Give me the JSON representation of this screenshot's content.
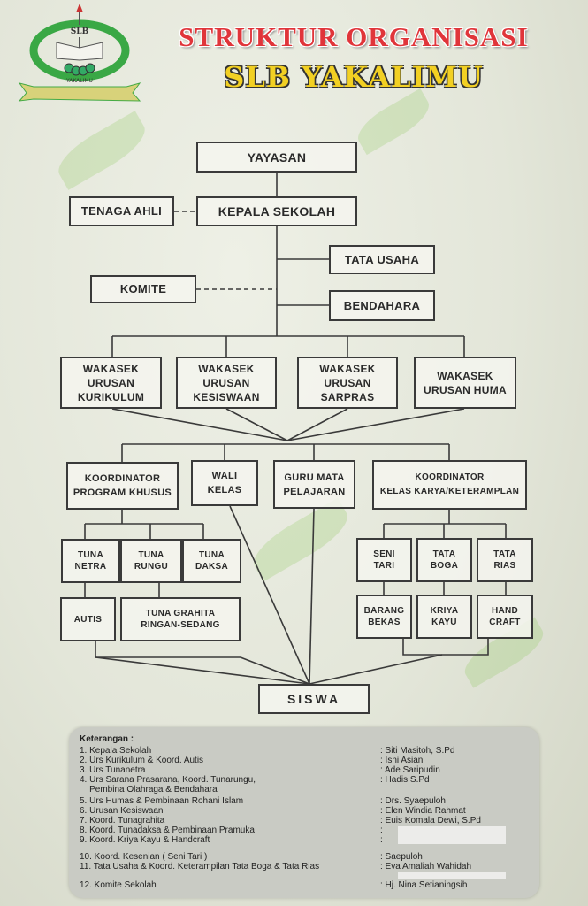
{
  "logo": {
    "top": "SLB",
    "name": "YAKALIMU"
  },
  "title": {
    "line1": "STRUKTUR ORGANISASI",
    "line2": "SLB YAKALIMU"
  },
  "chart": {
    "yayasan": "YAYASAN",
    "tenaga_ahli": "TENAGA AHLI",
    "kepala_sekolah": "KEPALA SEKOLAH",
    "tata_usaha": "TATA USAHA",
    "komite": "KOMITE",
    "bendahara": "BENDAHARA",
    "wakasek": [
      "WAKASEK\nURUSAN\nKURIKULUM",
      "WAKASEK\nURUSAN\nKESISWAAN",
      "WAKASEK\nURUSAN\nSARPRAS",
      "WAKASEK\nURUSAN HUMA"
    ],
    "koord_khusus": "KOORDINATOR\nPROGRAM KHUSUS",
    "wali_kelas": "WALI\nKELAS",
    "guru_mapel": "GURU MATA\nPELAJARAN",
    "koord_karya": "KOORDINATOR\nKELAS KARYA/KETERAMPLAN",
    "khusus": [
      "TUNA NETRA",
      "TUNA RUNGU",
      "TUNA DAKSA",
      "AUTIS",
      "TUNA GRAHITA\nRINGAN-SEDANG"
    ],
    "karya": [
      "SENI\nTARI",
      "TATA\nBOGA",
      "TATA\nRIAS",
      "BARANG\nBEKAS",
      "KRIYA\nKAYU",
      "HAND\nCRAFT"
    ],
    "siswa": "SISWA"
  },
  "legend": {
    "heading": "Keterangan :",
    "items": [
      {
        "role": "1. Kepala Sekolah",
        "name": ": Siti Masitoh, S.Pd"
      },
      {
        "role": "2. Urs Kurikulum & Koord. Autis",
        "name": ": Isni Asiani"
      },
      {
        "role": "3. Urs Tunanetra",
        "name": ": Ade Saripudin"
      },
      {
        "role": "4. Urs Sarana Prasarana, Koord. Tunarungu,\n    Pembina Olahraga & Bendahara",
        "name": ": Hadis S.Pd"
      },
      {
        "role": "5. Urs Humas & Pembinaan Rohani Islam",
        "name": ": Drs. Syaepuloh"
      },
      {
        "role": "6. Urusan Kesiswaan",
        "name": ": Elen Windia Rahmat"
      },
      {
        "role": "7. Koord. Tunagrahita",
        "name": ": Euis Komala Dewi, S.Pd"
      },
      {
        "role": "8. Koord. Tunadaksa & Pembinaan Pramuka",
        "name": ":"
      },
      {
        "role": "9. Koord. Kriya Kayu & Handcraft",
        "name": ":"
      },
      {
        "role": "10. Koord. Kesenian ( Seni Tari )",
        "name": ": Saepuloh"
      },
      {
        "role": "11. Tata Usaha & Koord. Keterampilan Tata Boga & Tata Rias",
        "name": ": Eva Amaliah Wahidah"
      },
      {
        "role": "12. Komite Sekolah",
        "name": ": Hj. Nina Setianingsih"
      }
    ]
  }
}
